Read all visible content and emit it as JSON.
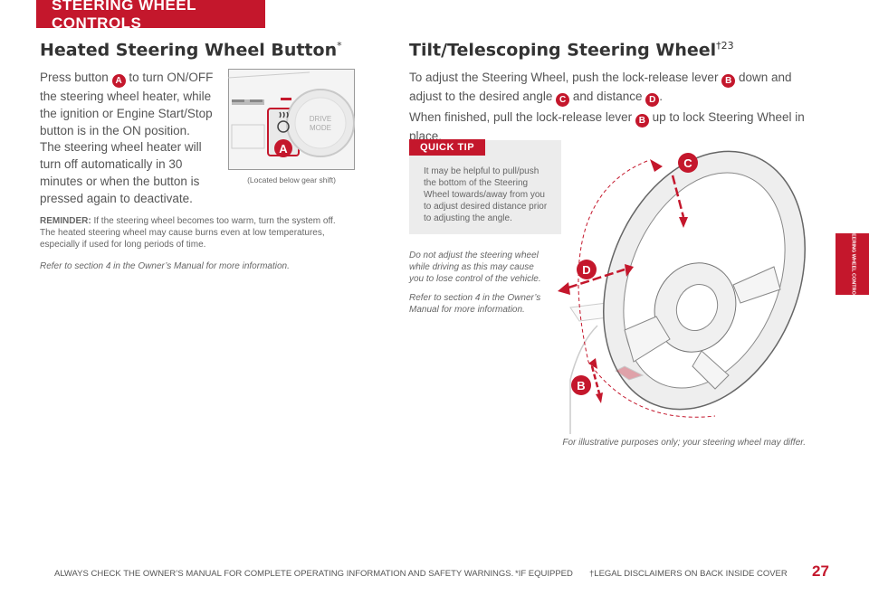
{
  "banner": "STEERING WHEEL CONTROLS",
  "side_tab": "STEERING WHEEL CONTROLS",
  "heated": {
    "title": "Heated Steering Wheel Button",
    "title_mark": "*",
    "p1_pre": "Press button",
    "p1_badge": "A",
    "p1_post": "to turn ON/OFF the steering wheel heater, while the ignition or Engine Start/Stop button is in the ON position.",
    "p2": "The steering wheel heater will turn off automatically in 30 minutes or when the button is pressed again to deactivate.",
    "image_caption": "(Located below gear shift)",
    "drive_mode_line1": "DRIVE",
    "drive_mode_line2": "MODE",
    "callout_a": "A",
    "reminder_label": "REMINDER:",
    "reminder_text": "If the steering wheel becomes too warm, turn the system off. The heated steering wheel may cause burns even at low temperatures, especially if used for long periods of time.",
    "refer": "Refer to section 4 in the Owner’s Manual for more information."
  },
  "tilt": {
    "title": "Tilt/Telescoping Steering Wheel",
    "title_mark": "†23",
    "p1_a": "To adjust the Steering Wheel, push the lock-release lever",
    "p1_badge_b": "B",
    "p1_b": "down and adjust to the desired angle",
    "p1_badge_c": "C",
    "p1_c": "and distance",
    "p1_badge_d": "D",
    "p1_d": ".",
    "p2_a": "When finished, pull the lock-release lever",
    "p2_badge_b": "B",
    "p2_b": "up to lock Steering Wheel in place.",
    "quick_tip_label": "QUICK TIP",
    "quick_tip_text": "It may be helpful to pull/push the bottom of the Steering Wheel towards/away from you to adjust desired distance prior to adjusting the angle.",
    "warning": "Do not adjust the steering wheel while driving as this may cause you to lose control of the vehicle.",
    "refer": "Refer to section 4 in the Owner’s Manual for more information.",
    "illustrative": "For illustrative purposes only; your steering wheel may differ.",
    "callout_b": "B",
    "callout_c": "C",
    "callout_d": "D"
  },
  "footer": {
    "left": "ALWAYS CHECK THE OWNER’S MANUAL FOR COMPLETE OPERATING INFORMATION AND SAFETY WARNINGS.",
    "middle": "*IF EQUIPPED",
    "right": "†LEGAL DISCLAIMERS ON BACK INSIDE COVER",
    "page": "27"
  },
  "colors": {
    "accent": "#c4172c",
    "quicktip_bg": "#ececec"
  }
}
